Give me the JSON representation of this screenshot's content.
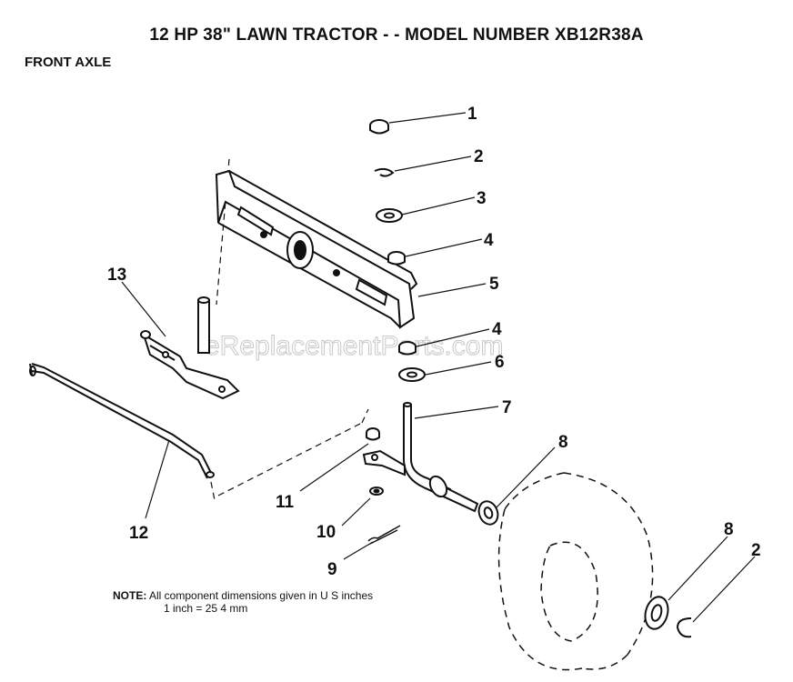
{
  "header": {
    "title": "12 HP 38\" LAWN TRACTOR - - MODEL NUMBER XB12R38A",
    "section": "FRONT AXLE"
  },
  "watermark": "eReplacementParts.com",
  "callouts": [
    "1",
    "2",
    "3",
    "4",
    "5",
    "4",
    "6",
    "7",
    "8",
    "13",
    "11",
    "12",
    "10",
    "9",
    "8",
    "2"
  ],
  "note": {
    "label": "NOTE:",
    "line1": "All component dimensions given in U S  inches",
    "line2": "1 inch = 25 4 mm"
  },
  "colors": {
    "ink": "#111111",
    "watermark": "#c8c8c8"
  }
}
